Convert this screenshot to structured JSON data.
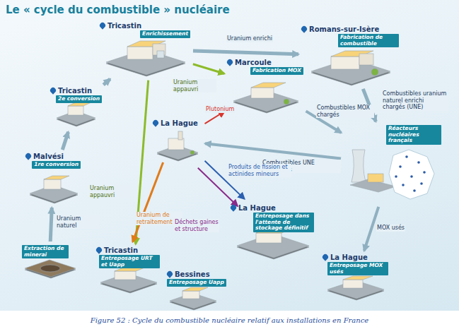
{
  "diagram": {
    "title": "Le « cycle du combustible » nucléaire",
    "caption": "Figure 52 : Cycle du combustible nucléaire relatif aux installations en France",
    "nodes": [
      {
        "text": [
          "Tricastin",
          "Enrichissement"
        ]
      },
      {
        "text": [
          "Romans-sur-Isère",
          "Fabrication de combustible"
        ]
      },
      {
        "text": [
          "Tricastin",
          "2e conversion"
        ]
      },
      {
        "text": [
          "Marcoule",
          "Fabrication MOX"
        ]
      },
      {
        "text": [
          "Malvési",
          "1re conversion"
        ]
      },
      {
        "text": [
          "La Hague"
        ]
      },
      {
        "text": [
          "Réacteurs nucléaires français"
        ]
      },
      {
        "text": [
          "Extraction de minerai"
        ]
      },
      {
        "text": [
          "La Hague",
          "Entreposage dans l'attente de stockage définitif"
        ]
      },
      {
        "text": [
          "La Hague",
          "Entreposage MOX usés"
        ]
      },
      {
        "text": [
          "Tricastin",
          "Entreposage URT et Uapp"
        ]
      },
      {
        "text": [
          "Bessines",
          "Entreposage Uapp"
        ]
      }
    ],
    "edges": [
      {
        "from": 7,
        "to": 4,
        "label": "Uranium naturel",
        "arrow": "to"
      },
      {
        "from": 4,
        "to": 2,
        "arrow": "to"
      },
      {
        "from": 2,
        "to": 0,
        "arrow": "to"
      },
      {
        "from": 0,
        "to": 1,
        "label": "Uranium enrichi",
        "arrow": "to"
      },
      {
        "from": 0,
        "to": 3,
        "label": "Uranium appauvri",
        "arrow": "to"
      },
      {
        "from": 0,
        "to": 10,
        "label": "Uranium appauvri",
        "arrow": "to"
      },
      {
        "from": 1,
        "to": 6,
        "label": "Combustibles uranium naturel enrichi chargés (UNE)",
        "arrow": "to"
      },
      {
        "from": 3,
        "to": 6,
        "label": "Combustibles MOX chargés",
        "arrow": "to"
      },
      {
        "from": 6,
        "to": 5,
        "label": "Combustibles UNE déchargés",
        "arrow": "to"
      },
      {
        "from": 5,
        "to": 3,
        "label": "Plutonium",
        "arrow": "to"
      },
      {
        "from": 5,
        "to": 10,
        "label": "Uranium de retraitement",
        "arrow": "to"
      },
      {
        "from": 5,
        "to": 8,
        "label": "Produits de fission et actinides mineurs",
        "arrow": "to"
      },
      {
        "from": 5,
        "to": 8,
        "label": "Déchets gaines et structure",
        "arrow": "to"
      },
      {
        "from": 6,
        "to": 9,
        "label": "MOX usés",
        "arrow": "to"
      }
    ]
  }
}
